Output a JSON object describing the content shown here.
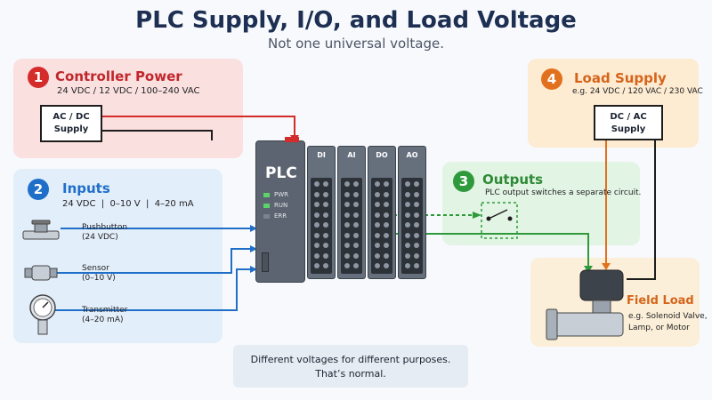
{
  "title": "PLC Supply, I/O, and Load Voltage",
  "subtitle": "Not one universal voltage.",
  "controller": {
    "number": "1",
    "heading": "Controller Power",
    "voltages": "24 VDC / 12 VDC / 100–240 VAC",
    "box_line1": "AC / DC",
    "box_line2": "Supply",
    "color": "#d42b2b"
  },
  "inputs": {
    "number": "2",
    "heading": "Inputs",
    "voltages": "24 VDC  |  0–10 V  |  4–20 mA",
    "color": "#1f6fc9",
    "devices": [
      {
        "label": "Pushbutton",
        "detail": "(24 VDC)"
      },
      {
        "label": "Sensor",
        "detail": "(0–10 V)"
      },
      {
        "label": "Transmitter",
        "detail": "(4–20 mA)"
      }
    ]
  },
  "plc": {
    "label": "PLC",
    "leds": [
      "PWR",
      "RUN",
      "ERR"
    ],
    "modules": [
      "DI",
      "AI",
      "DO",
      "AO"
    ]
  },
  "outputs": {
    "number": "3",
    "heading": "Outputs",
    "description": "PLC output switches a separate circuit.",
    "color": "#2e9a3c"
  },
  "load_supply": {
    "number": "4",
    "heading": "Load Supply",
    "voltages": "e.g. 24 VDC / 120 VAC / 230 VAC",
    "box_line1": "DC / AC",
    "box_line2": "Supply",
    "color": "#e2711d"
  },
  "field_load": {
    "heading": "Field Load",
    "line1": "e.g. Solenoid Valve,",
    "line2": "Lamp, or Motor"
  },
  "note": {
    "line1": "Different voltages for different purposes.",
    "line2": "That’s normal."
  }
}
